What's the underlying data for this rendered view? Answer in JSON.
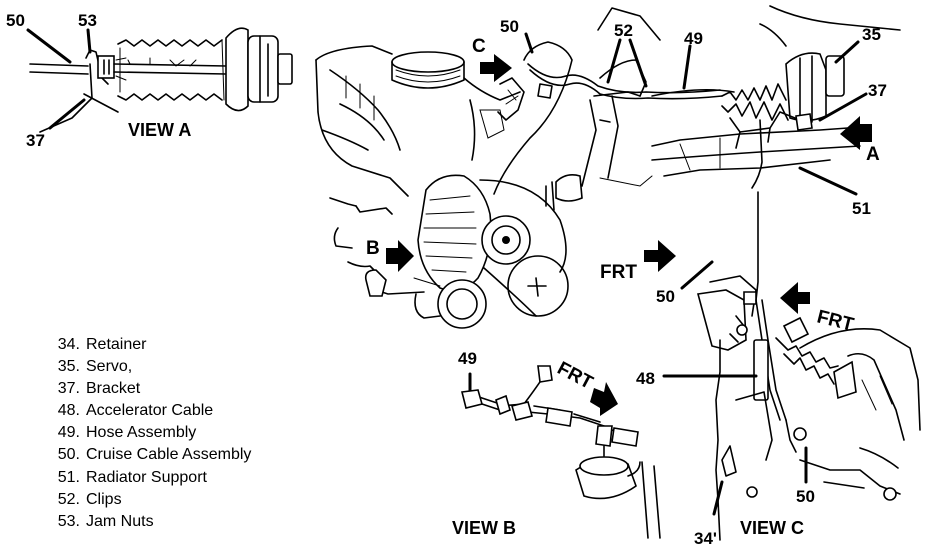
{
  "callouts": {
    "c50_viewA": "50",
    "c53": "53",
    "c37_viewA": "37",
    "c50_top": "50",
    "c52": "52",
    "c49_top": "49",
    "c35": "35",
    "c37_right": "37",
    "c51": "51",
    "c50_viewC": "50",
    "c48": "48",
    "c49_viewB": "49",
    "c50_bottom": "50",
    "c34": "34'"
  },
  "arrow_letters": {
    "a": "A",
    "b": "B",
    "c": "C"
  },
  "frt_labels": {
    "frt1": "FRT",
    "frt2": "FRT",
    "frt3": "FRT"
  },
  "view_labels": {
    "view_a": "VIEW A",
    "view_b": "VIEW B",
    "view_c": "VIEW C"
  },
  "legend": [
    {
      "num": "34.",
      "text": "Retainer"
    },
    {
      "num": "35.",
      "text": "Servo,"
    },
    {
      "num": "37.",
      "text": "Bracket"
    },
    {
      "num": "48.",
      "text": "Accelerator Cable"
    },
    {
      "num": "49.",
      "text": "Hose Assembly"
    },
    {
      "num": "50.",
      "text": "Cruise Cable Assembly"
    },
    {
      "num": "51.",
      "text": "Radiator Support"
    },
    {
      "num": "52.",
      "text": "Clips"
    },
    {
      "num": "53.",
      "text": "Jam Nuts"
    }
  ]
}
